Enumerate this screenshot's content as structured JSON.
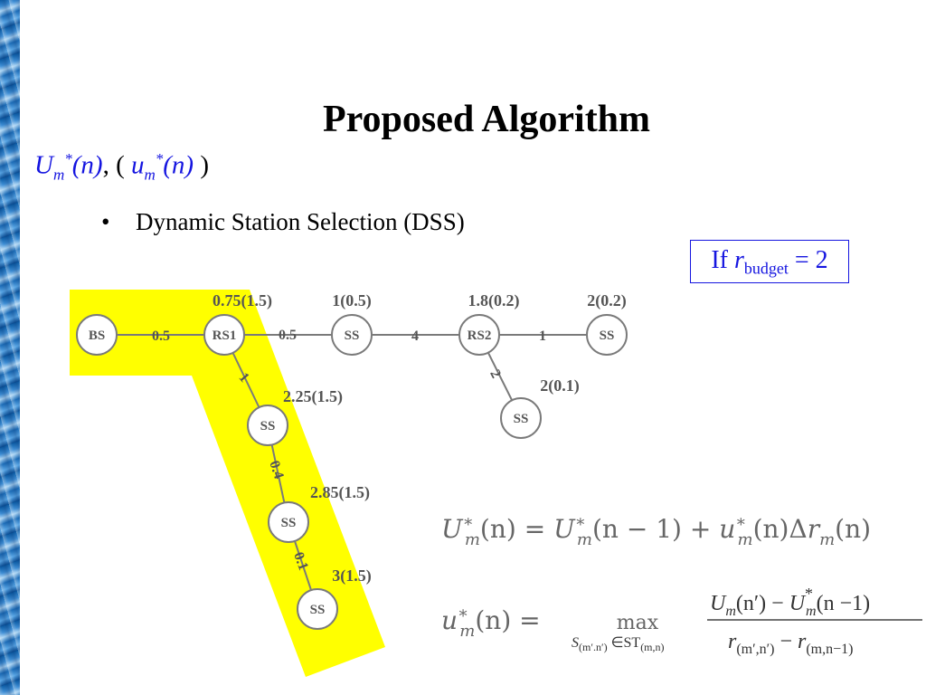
{
  "slide": {
    "title": "Proposed Algorithm",
    "subtitle": {
      "U": "U",
      "m1": "m",
      "star1": "*",
      "n1": "(n)",
      "sep": ", ( ",
      "u": "u",
      "m2": "m",
      "star2": "*",
      "n2": "(n)",
      "close": " )"
    },
    "bullet": "Dynamic Station Selection (DSS)",
    "budget": {
      "prefix": "If ",
      "r": "r",
      "sub": "budget",
      "suffix": " = 2"
    }
  },
  "colors": {
    "highlight": "#ffff00",
    "node": "#7a7a7a",
    "blue": "#1515e0",
    "sidebar": "#1e6fba"
  },
  "graph": {
    "nodes": [
      {
        "id": "bs",
        "label": "BS"
      },
      {
        "id": "rs1",
        "label": "RS1",
        "value": "0.75(1.5)"
      },
      {
        "id": "ss1",
        "label": "SS",
        "value": "1(0.5)"
      },
      {
        "id": "rs2",
        "label": "RS2",
        "value": "1.8(0.2)"
      },
      {
        "id": "ss2",
        "label": "SS",
        "value": "2(0.2)"
      },
      {
        "id": "ss3",
        "label": "SS",
        "value": "2(0.1)"
      },
      {
        "id": "ss4",
        "label": "SS",
        "value": "2.25(1.5)"
      },
      {
        "id": "ss5",
        "label": "SS",
        "value": "2.85(1.5)"
      },
      {
        "id": "ss6",
        "label": "SS",
        "value": "3(1.5)"
      }
    ],
    "edges": [
      {
        "from": "bs",
        "to": "rs1",
        "label": "0.5"
      },
      {
        "from": "rs1",
        "to": "ss1",
        "label": "0.5"
      },
      {
        "from": "ss1",
        "to": "rs2",
        "label": "4"
      },
      {
        "from": "rs2",
        "to": "ss2",
        "label": "1"
      },
      {
        "from": "rs2",
        "to": "ss3",
        "label": "2"
      },
      {
        "from": "rs1",
        "to": "ss4",
        "label": "1"
      },
      {
        "from": "ss4",
        "to": "ss5",
        "label": "0.4"
      },
      {
        "from": "ss5",
        "to": "ss6",
        "label": "0.1"
      }
    ]
  },
  "equations": {
    "eq1": {
      "U": "U",
      "star": "∗",
      "m": "m",
      "lhs_arg": "(n) = ",
      "rhs_arg1": "(n − 1) + ",
      "u": "u",
      "rhs_arg2": "(n)Δ",
      "r": "r",
      "rhs_arg3": "(n)"
    },
    "eq2": {
      "u": "u",
      "star": "∗",
      "m": "m",
      "lhs_arg": "(n) =",
      "max": "max",
      "max_sub": "S",
      "max_sub_args": "(m′.n′)",
      "max_sub_in": " ∈ST",
      "max_sub_range": "(m,n)",
      "num_U1": "U",
      "num_m": "m",
      "num_arg1": "(n′) − ",
      "num_U2": "U",
      "num_star": "*",
      "num_arg2": "(n −1)",
      "den_r1": "r",
      "den_sub1": "(m′,n′)",
      "den_minus": " − ",
      "den_r2": "r",
      "den_sub2": "(m,n−1)"
    }
  }
}
